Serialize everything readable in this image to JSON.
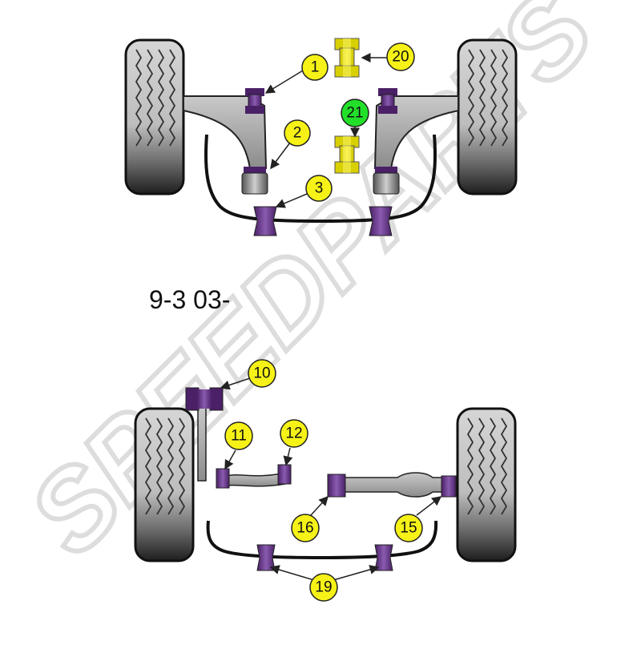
{
  "watermark": {
    "text": "SPEEDPARTS"
  },
  "model_label": "9-3 03-",
  "colors": {
    "callout_yellow": "#f6f217",
    "callout_green": "#22e02a",
    "bush_purple": "#6e3c8e",
    "bush_yellow": "#e8e000",
    "arm_grey": "#a9a9a9",
    "tyre_grey": "#c9c9c9",
    "tyre_dark": "#2a2a2a"
  },
  "callouts": {
    "c1": "1",
    "c2": "2",
    "c3": "3",
    "c10": "10",
    "c11": "11",
    "c12": "12",
    "c15": "15",
    "c16": "16",
    "c19": "19",
    "c20": "20",
    "c21": "21"
  }
}
